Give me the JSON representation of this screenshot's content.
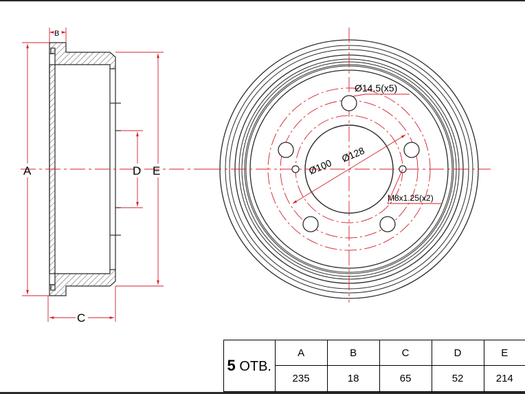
{
  "side_view": {
    "dim_a": "A",
    "dim_b": "B",
    "dim_c": "C",
    "dim_d": "D",
    "dim_e": "E"
  },
  "front_view": {
    "bolt_hole_note": "Ø14.5(x5)",
    "center_bore_label": "Ø100",
    "pcd_label": "Ø128",
    "thread_note": "M8x1.25(x2)"
  },
  "table": {
    "holes_number": "5",
    "holes_suffix": " ОТВ.",
    "headers": [
      "A",
      "B",
      "C",
      "D",
      "E"
    ],
    "values": [
      "235",
      "18",
      "65",
      "52",
      "214"
    ]
  },
  "colors": {
    "line": "#2a2a2a",
    "dimension": "#d4202a",
    "centerline": "#d4202a"
  }
}
